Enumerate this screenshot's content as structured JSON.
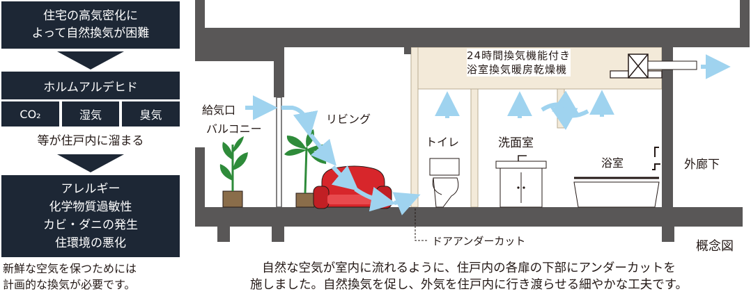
{
  "left_panel": {
    "box1_lines": [
      "住宅の高気密化に",
      "よって自然換気が困難"
    ],
    "box2_title": "ホルムアルデヒド",
    "chips": [
      "CO₂",
      "湿気",
      "臭気"
    ],
    "accumulate_text": "等が住戸内に溜まる",
    "box3_lines": [
      "アレルギー",
      "化学物質過敏性",
      "カビ・ダニの発生",
      "住環境の悪化"
    ],
    "caption_lines": [
      "新鮮な空気を保つためには",
      "計画的な換気が必要です。"
    ]
  },
  "diagram": {
    "vent_label_lines": [
      "24時間換気機能付き",
      "浴室換気暖房乾燥機"
    ],
    "intake_label": "給気口",
    "balcony_label": "バルコニー",
    "living_label": "リビング",
    "toilet_label": "トイレ",
    "washroom_label": "洗面室",
    "bathroom_label": "浴室",
    "corridor_label": "外廊下",
    "undercut_label": "ドアアンダーカット",
    "concept_label": "概念図"
  },
  "caption_lines": [
    "自然な空気が室内に流れるように、住戸内の各扉の下部にアンダーカットを",
    "施しました。自然換気を促し、外気を住戸内に行き渡らせる細やかな工夫です。"
  ],
  "colors": {
    "panel": "#1d2735",
    "structure": "#595757",
    "partition": "#f3ead9",
    "airflow": "#9fd3ef",
    "sofa": "#d7262b",
    "plant": "#2e8b3a"
  }
}
